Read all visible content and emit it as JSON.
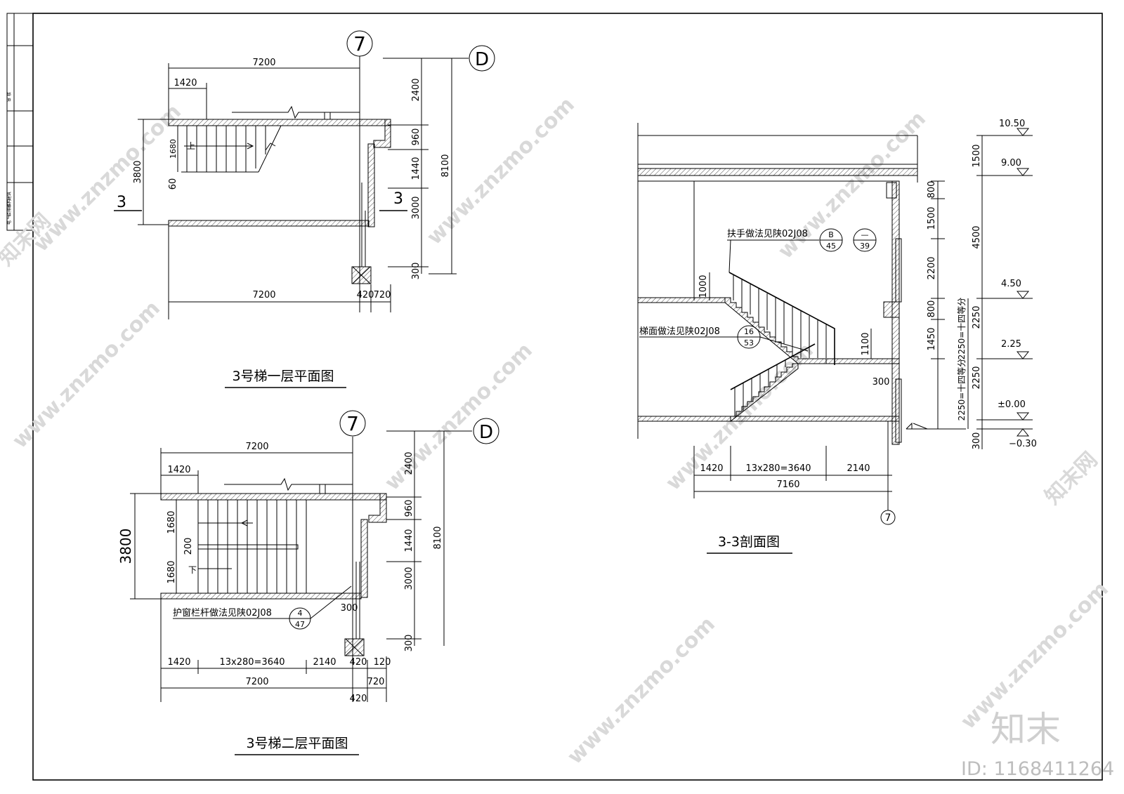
{
  "sheet": {
    "title_block_labels": [
      "审 核",
      "建筑",
      "结构",
      "给排水",
      "电 气"
    ]
  },
  "plan1": {
    "title": "3号梯一层平面图",
    "axis_number": "7",
    "axis_letter": "D",
    "dims": {
      "top_total": "7200",
      "top_left": "1420",
      "left_3800": "3800",
      "left_1680": "1680",
      "left_60": "60",
      "up_label": "上",
      "section_mark": "3",
      "right_2400": "2400",
      "right_960": "960",
      "right_1440": "1440",
      "right_3000": "3000",
      "right_300": "300",
      "right_total": "8100",
      "bottom_total": "7200",
      "bottom_420": "420",
      "bottom_720": "720"
    }
  },
  "plan2": {
    "title": "3号梯二层平面图",
    "axis_number": "7",
    "axis_letter": "D",
    "dims": {
      "top_total": "7200",
      "top_left": "1420",
      "left_3800": "3800",
      "left_1680a": "1680",
      "left_200": "200",
      "left_1680b": "1680",
      "down_label": "下",
      "right_2400": "2400",
      "right_960": "960",
      "right_1440": "1440",
      "right_3000": "3000",
      "right_300": "300",
      "right_total": "8100",
      "note_300": "300",
      "bottom_1420": "1420",
      "bottom_steps": "13x280=3640",
      "bottom_2140": "2140",
      "bottom_420": "420",
      "bottom_120": "120",
      "bottom_total": "7200",
      "bottom_720": "720",
      "bottom_420b": "420"
    },
    "note": {
      "text": "护窗栏杆做法见陕02J08",
      "ref_top": "4",
      "ref_bottom": "47"
    }
  },
  "section": {
    "title": "3-3剖面图",
    "axis_number": "7",
    "handrail_note": "扶手做法见陕02J08",
    "handrail_ref1_top": "B",
    "handrail_ref1_bottom": "45",
    "handrail_ref2_top": "—",
    "handrail_ref2_bottom": "39",
    "stair_note": "梯面做法见陕02J08",
    "stair_ref_top": "16",
    "stair_ref_bottom": "53",
    "dims": {
      "h_1000": "1000",
      "h_1100": "1100",
      "h_300": "300",
      "bottom_1420": "1420",
      "bottom_steps": "13x280=3640",
      "bottom_2140": "2140",
      "bottom_total": "7160",
      "r_800a": "800",
      "r_1500a": "1500",
      "r_2200": "2200",
      "r_800b": "800",
      "r_1450": "1450",
      "r_1500b": "1500",
      "r_4500": "4500",
      "r_2250a": "2250",
      "r_2250b": "2250",
      "r_split_a": "2250=十四等分",
      "r_split_b": "2250=十四等分",
      "r_300": "300"
    },
    "levels": [
      "10.50",
      "9.00",
      "4.50",
      "2.25",
      "±0.00",
      "−0.30"
    ]
  },
  "watermark": {
    "text": "www.znzmo.com",
    "brand": "知末网",
    "logo": "知末",
    "id_label": "ID: 1168411264"
  }
}
